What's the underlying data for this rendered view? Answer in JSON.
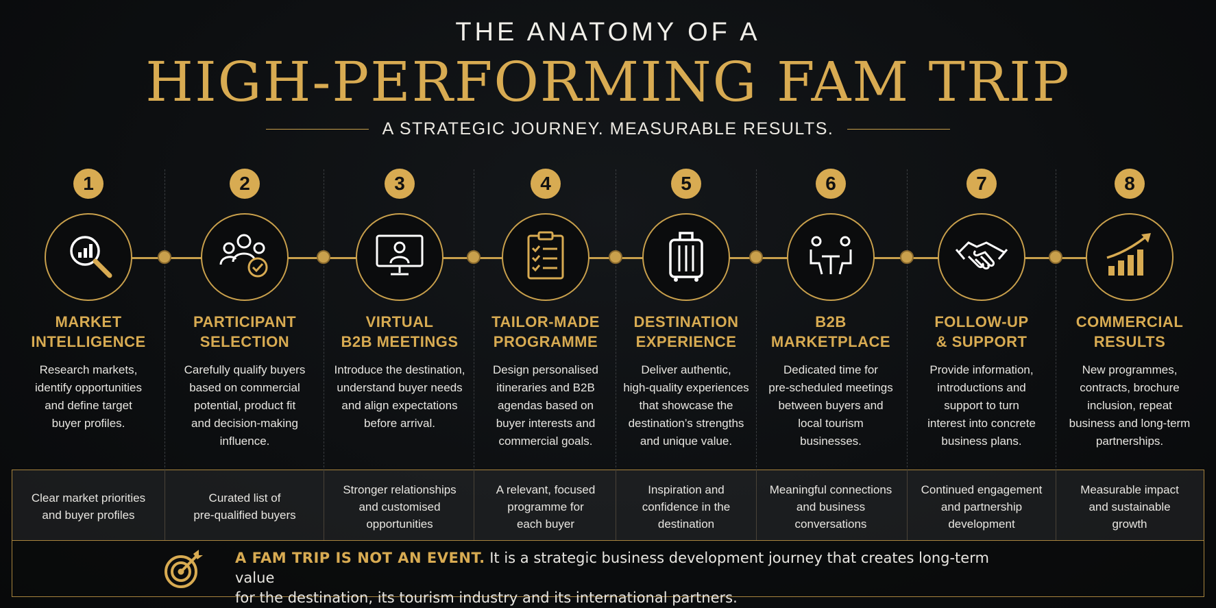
{
  "header": {
    "title_top": "THE ANATOMY OF A",
    "title_main": "HIGH-PERFORMING FAM TRIP",
    "subtitle": "A STRATEGIC JOURNEY. MEASURABLE RESULTS."
  },
  "colors": {
    "accent": "#d8ab52",
    "background": "#0d0f11",
    "text": "#e8e6e1"
  },
  "steps": [
    {
      "number": "1",
      "icon": "magnifier-chart-icon",
      "title_1": "MARKET",
      "title_2": "INTELLIGENCE",
      "desc": [
        "Research markets,",
        "identify opportunities",
        "and define target",
        "buyer profiles."
      ],
      "result": [
        "Clear market priorities",
        "and buyer profiles"
      ]
    },
    {
      "number": "2",
      "icon": "people-check-icon",
      "title_1": "PARTICIPANT",
      "title_2": "SELECTION",
      "desc": [
        "Carefully qualify buyers",
        "based on commercial",
        "potential, product fit",
        "and decision-making",
        "influence."
      ],
      "result": [
        "Curated list of",
        "pre-qualified buyers"
      ]
    },
    {
      "number": "3",
      "icon": "video-monitor-icon",
      "title_1": "VIRTUAL",
      "title_2": "B2B MEETINGS",
      "desc": [
        "Introduce the destination,",
        "understand buyer needs",
        "and align expectations",
        "before arrival."
      ],
      "result": [
        "Stronger relationships",
        "and customised",
        "opportunities"
      ]
    },
    {
      "number": "4",
      "icon": "clipboard-checklist-icon",
      "title_1": "TAILOR-MADE",
      "title_2": "PROGRAMME",
      "desc": [
        "Design personalised",
        "itineraries and B2B",
        "agendas based on",
        "buyer interests and",
        "commercial goals."
      ],
      "result": [
        "A relevant, focused",
        "programme for",
        "each buyer"
      ]
    },
    {
      "number": "5",
      "icon": "suitcase-icon",
      "title_1": "DESTINATION",
      "title_2": "EXPERIENCE",
      "desc": [
        "Deliver authentic,",
        "high-quality experiences",
        "that showcase the",
        "destination’s strengths",
        "and unique value."
      ],
      "result": [
        "Inspiration and",
        "confidence in the",
        "destination"
      ]
    },
    {
      "number": "6",
      "icon": "meeting-table-icon",
      "title_1": "B2B",
      "title_2": "MARKETPLACE",
      "desc": [
        "Dedicated time for",
        "pre-scheduled meetings",
        "between buyers and",
        "local tourism",
        "businesses."
      ],
      "result": [
        "Meaningful connections",
        "and business",
        "conversations"
      ]
    },
    {
      "number": "7",
      "icon": "handshake-icon",
      "title_1": "FOLLOW-UP",
      "title_2": "& SUPPORT",
      "desc": [
        "Provide information,",
        "introductions and",
        "support to turn",
        "interest into concrete",
        "business plans."
      ],
      "result": [
        "Continued engagement",
        "and partnership",
        "development"
      ]
    },
    {
      "number": "8",
      "icon": "growth-chart-icon",
      "title_1": "COMMERCIAL",
      "title_2": "RESULTS",
      "desc": [
        "New programmes,",
        "contracts, brochure",
        "inclusion, repeat",
        "business and long-term",
        "partnerships."
      ],
      "result": [
        "Measurable impact",
        "and sustainable",
        "growth"
      ]
    }
  ],
  "footer": {
    "icon": "target-icon",
    "lead": "A FAM TRIP IS NOT AN EVENT.",
    "text_1": " It is a strategic business development journey that creates long-term value",
    "text_2": "for the destination, its tourism industry and its international partners."
  }
}
